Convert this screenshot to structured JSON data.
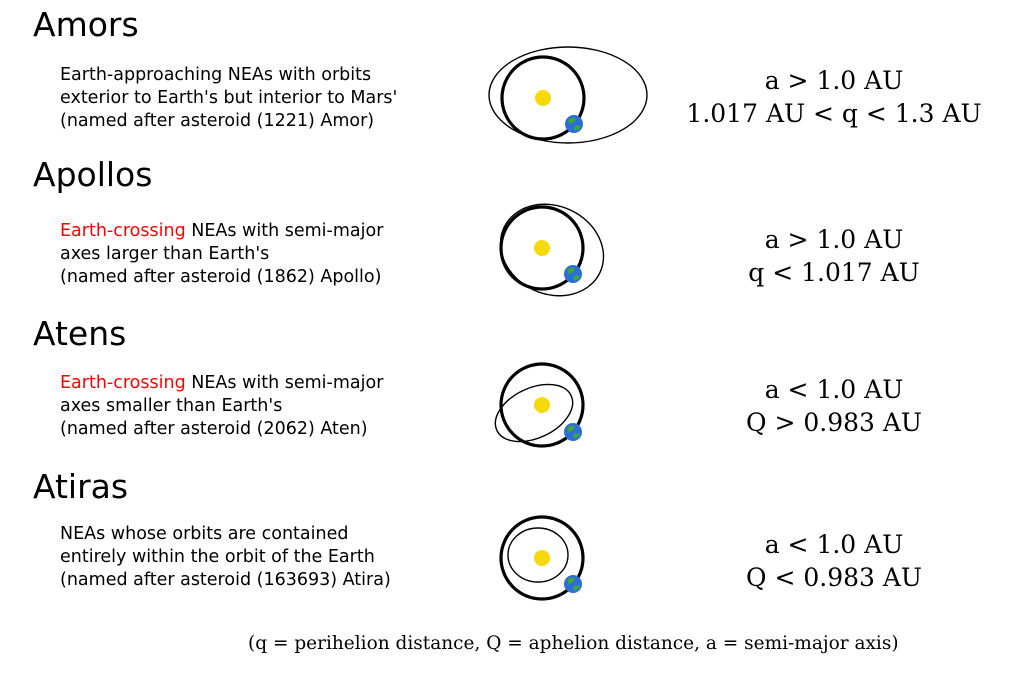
{
  "sections": [
    {
      "id": "amors",
      "heading": "Amors",
      "description_lines": [
        {
          "highlight": "",
          "text": "Earth-approaching NEAs with orbits"
        },
        {
          "highlight": "",
          "text": "exterior to Earth's but interior to Mars'"
        },
        {
          "highlight": "",
          "text": "(named after asteroid (1221) Amor)"
        }
      ],
      "formula_lines": [
        "a > 1.0 AU",
        "1.017 AU < q < 1.3 AU"
      ]
    },
    {
      "id": "apollos",
      "heading": "Apollos",
      "description_lines": [
        {
          "highlight": "Earth-crossing",
          "text": " NEAs with semi-major"
        },
        {
          "highlight": "",
          "text": "axes larger than Earth's"
        },
        {
          "highlight": "",
          "text": "(named after asteroid (1862) Apollo)"
        }
      ],
      "formula_lines": [
        "a > 1.0 AU",
        "q < 1.017 AU"
      ]
    },
    {
      "id": "atens",
      "heading": "Atens",
      "description_lines": [
        {
          "highlight": "Earth-crossing",
          "text": " NEAs with semi-major"
        },
        {
          "highlight": "",
          "text": "axes smaller than Earth's"
        },
        {
          "highlight": "",
          "text": "(named after asteroid (2062) Aten)"
        }
      ],
      "formula_lines": [
        "a < 1.0 AU",
        "Q > 0.983 AU"
      ]
    },
    {
      "id": "atiras",
      "heading": "Atiras",
      "description_lines": [
        {
          "highlight": "",
          "text": "NEAs whose orbits are contained"
        },
        {
          "highlight": "",
          "text": "entirely within the orbit of the Earth"
        },
        {
          "highlight": "",
          "text": "(named after asteroid (163693) Atira)"
        }
      ],
      "formula_lines": [
        "a < 1.0 AU",
        "Q < 0.983 AU"
      ]
    }
  ],
  "footnote": "(q = perihelion distance, Q = aphelion distance, a = semi-major axis)",
  "colors": {
    "highlight": "#ff0000",
    "sun": "#f5d90a",
    "earth_ocean": "#2b6fd6",
    "earth_land": "#3fa63a",
    "orbit_line": "#000000"
  }
}
